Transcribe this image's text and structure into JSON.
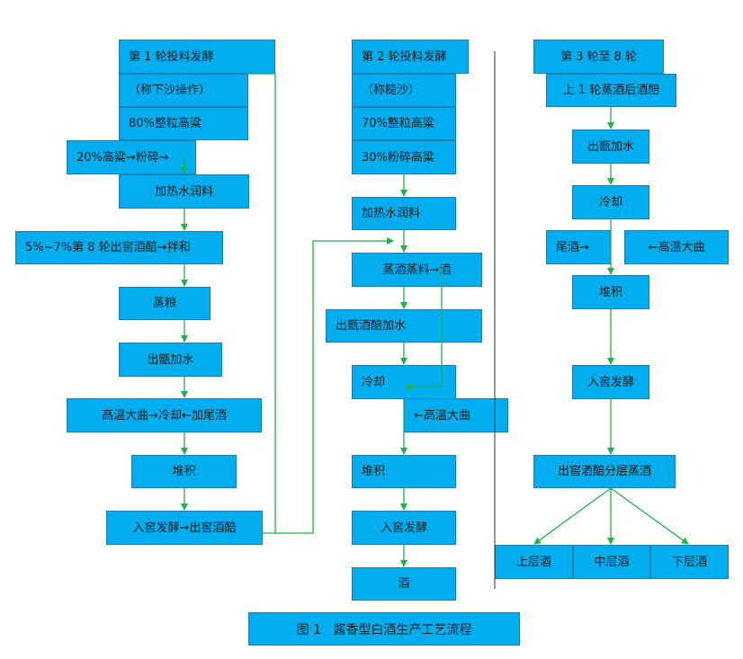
{
  "col1": {
    "b1": "第 1 轮投料发酵",
    "b2": "（称下沙操作）",
    "b3": "80%整粒高粱",
    "b4": "20%高粱→粉碎→",
    "b5": "加热水润料",
    "b6": "5%~7%第 8 轮出窖酒醅→拌和",
    "b7": "蒸粮",
    "b8": "出甑加水",
    "b9": "高温大曲→冷却←加尾酒",
    "b10": "堆积",
    "b11": "入窖发酵→出窖酒醅"
  },
  "col2": {
    "b1": "第 2 轮投料发酵",
    "b2": "（称糙沙）",
    "b3": "70%整粒高粱",
    "b4": "30%粉碎高粱",
    "b5": "加热水润料",
    "b6": "蒸酒蒸料→酒",
    "b7": "出甑酒醅加水",
    "b8": "冷却",
    "b9": "←高温大曲",
    "b10": "堆积",
    "b11": "入窖发酵",
    "b12": "酒"
  },
  "col3": {
    "b1": "第 3 轮至 8 轮",
    "b2": "上 1 轮蒸酒后酒醅",
    "b3": "出甑加水",
    "b4": "冷却",
    "b5": "尾酒→",
    "b6": "←高温大曲",
    "b7": "堆积",
    "b8": "入窖发酵",
    "b9": "出窖酒醅分层蒸酒",
    "b10": "上层酒",
    "b11": "中层酒",
    "b12": "下层酒"
  },
  "caption": "图 1   酱香型白酒生产工艺流程",
  "colors": {
    "box_fill": "#00AEEF",
    "arrow": "#22B14C",
    "divider": "#333333"
  }
}
